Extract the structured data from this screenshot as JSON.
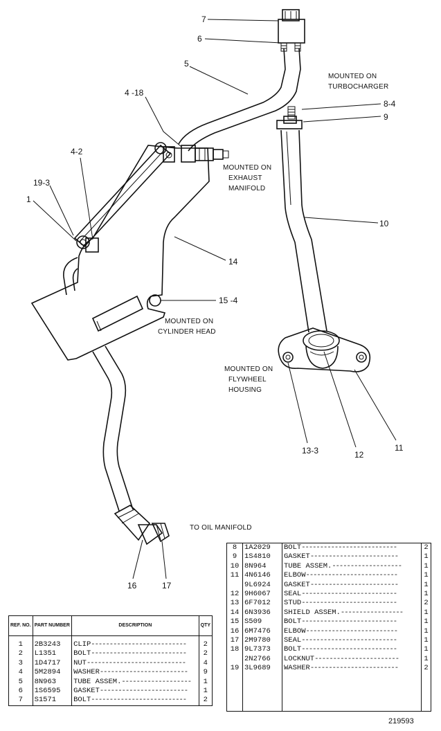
{
  "callouts": [
    {
      "id": "c7",
      "text": "7"
    },
    {
      "id": "c6",
      "text": "6"
    },
    {
      "id": "c5",
      "text": "5"
    },
    {
      "id": "c4_18",
      "text": "4 -18"
    },
    {
      "id": "c4_2",
      "text": "4-2"
    },
    {
      "id": "c19_3",
      "text": "19-3"
    },
    {
      "id": "c1",
      "text": "1"
    },
    {
      "id": "c14",
      "text": "14"
    },
    {
      "id": "c15_4",
      "text": "15 -4"
    },
    {
      "id": "c8_4",
      "text": "8-4"
    },
    {
      "id": "c9",
      "text": "9"
    },
    {
      "id": "c10",
      "text": "10"
    },
    {
      "id": "c13_3",
      "text": "13-3"
    },
    {
      "id": "c12",
      "text": "12"
    },
    {
      "id": "c11",
      "text": "11"
    },
    {
      "id": "c16",
      "text": "16"
    },
    {
      "id": "c17",
      "text": "17"
    }
  ],
  "notes": {
    "turbo": [
      "MOUNTED ON",
      "TURBOCHARGER"
    ],
    "exhaust": [
      "MOUNTED ON",
      "EXHAUST",
      "MANIFOLD"
    ],
    "cylinder": [
      "MOUNTED ON",
      "CYLINDER HEAD"
    ],
    "flywheel": [
      "MOUNTED ON",
      "FLYWHEEL",
      "HOUSING"
    ],
    "oil": "TO OIL MANIFOLD"
  },
  "left_table": {
    "headers": {
      "ref": "REF. NO.",
      "part": "PART NUMBER",
      "desc": "DESCRIPTION",
      "qty": "QTY"
    },
    "rows": [
      {
        "ref": "1",
        "part": "2B3243",
        "desc": "CLIP",
        "qty": "2"
      },
      {
        "ref": "2",
        "part": "L1351",
        "desc": "BOLT",
        "qty": "2"
      },
      {
        "ref": "3",
        "part": "1D4717",
        "desc": "NUT",
        "qty": "4"
      },
      {
        "ref": "4",
        "part": "5M2894",
        "desc": "WASHER",
        "qty": "9"
      },
      {
        "ref": "5",
        "part": "8N963",
        "desc": "TUBE ASSEM.",
        "qty": "1"
      },
      {
        "ref": "6",
        "part": "1S6595",
        "desc": "GASKET",
        "qty": "1"
      },
      {
        "ref": "7",
        "part": "S1571",
        "desc": "BOLT",
        "qty": "2"
      }
    ]
  },
  "right_table": {
    "rows": [
      {
        "ref": "8",
        "part": "1A2029",
        "desc": "BOLT",
        "qty": "2"
      },
      {
        "ref": "9",
        "part": "1S4810",
        "desc": "GASKET",
        "qty": "1"
      },
      {
        "ref": "10",
        "part": "8N964",
        "desc": "TUBE ASSEM.",
        "qty": "1"
      },
      {
        "ref": "11",
        "part": "4N6146",
        "desc": "ELBOW",
        "qty": "1"
      },
      {
        "ref": "",
        "part": "9L6924",
        "desc": "GASKET",
        "qty": "1"
      },
      {
        "ref": "12",
        "part": "9H6067",
        "desc": "SEAL",
        "qty": "1"
      },
      {
        "ref": "13",
        "part": "6F7012",
        "desc": "STUD",
        "qty": "2"
      },
      {
        "ref": "14",
        "part": "6N3936",
        "desc": "SHIELD ASSEM.",
        "qty": "1"
      },
      {
        "ref": "15",
        "part": "S509",
        "desc": "BOLT",
        "qty": "1"
      },
      {
        "ref": "16",
        "part": "6M7476",
        "desc": "ELBOW",
        "qty": "1"
      },
      {
        "ref": "17",
        "part": "2M9780",
        "desc": "SEAL",
        "qty": "1"
      },
      {
        "ref": "18",
        "part": "9L7373",
        "desc": "BOLT",
        "qty": "1"
      },
      {
        "ref": "",
        "part": "2N2766",
        "desc": "LOCKNUT",
        "qty": "1"
      },
      {
        "ref": "19",
        "part": "3L9689",
        "desc": "WASHER",
        "qty": "2"
      }
    ]
  },
  "drawing_number": "219593"
}
